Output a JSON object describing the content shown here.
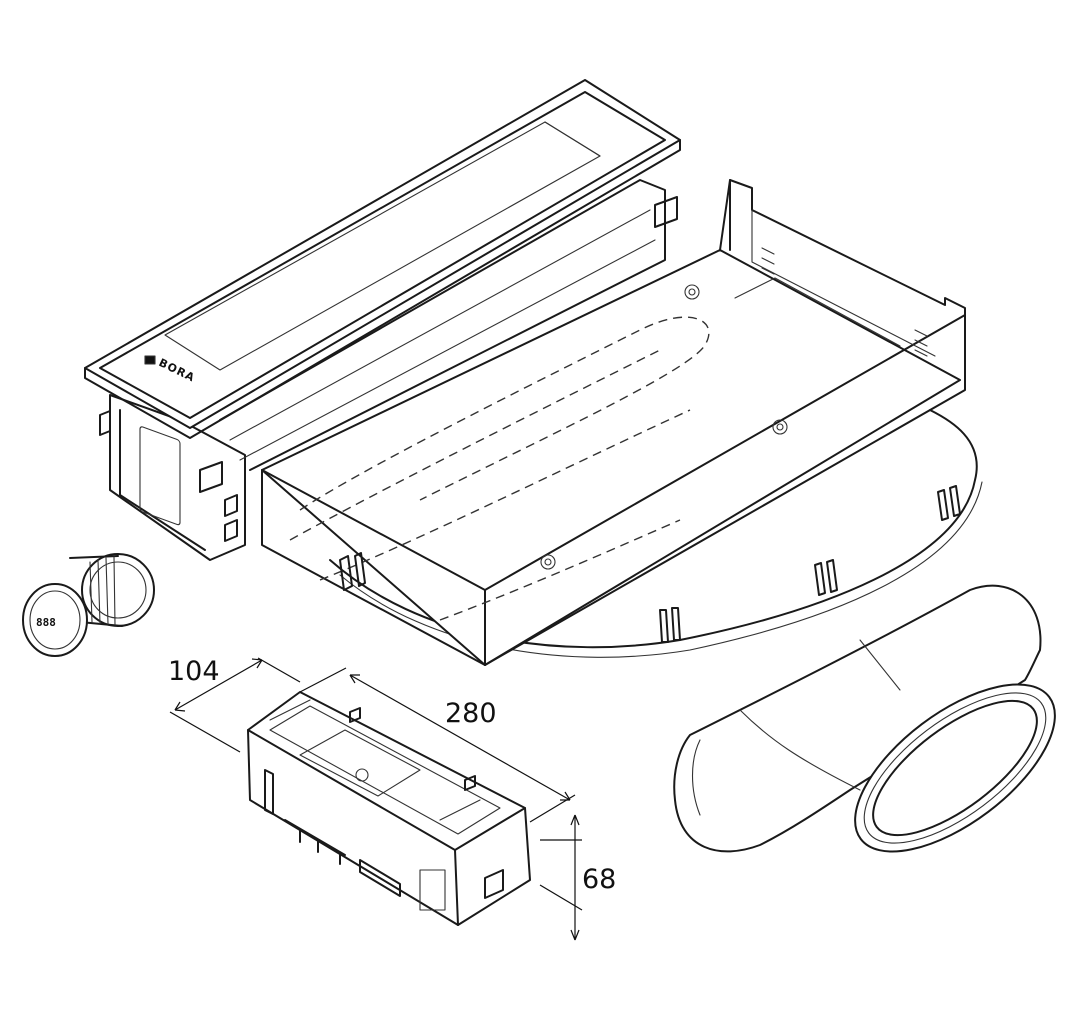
{
  "brand_logo": "BORA",
  "control_display": "888",
  "dimensions": {
    "width": "104",
    "length": "280",
    "height": "68"
  }
}
